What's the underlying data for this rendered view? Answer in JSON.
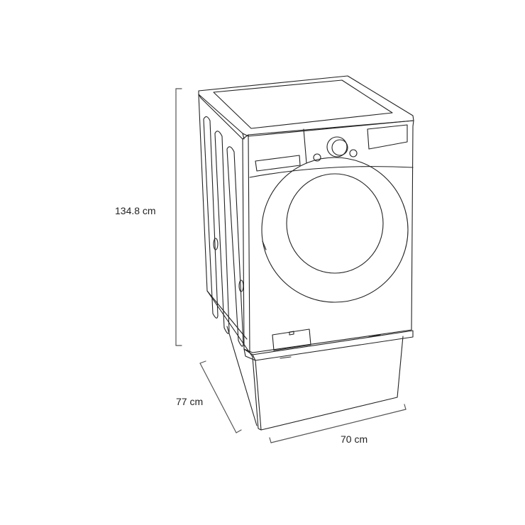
{
  "diagram": {
    "subject": "front-load washing machine on pedestal drawer",
    "dimensions": {
      "height": "134.8 cm",
      "depth": "77 cm",
      "width": "70 cm"
    },
    "colors": {
      "line": "#222222",
      "dimension_line": "#555555",
      "background": "#ffffff"
    }
  }
}
